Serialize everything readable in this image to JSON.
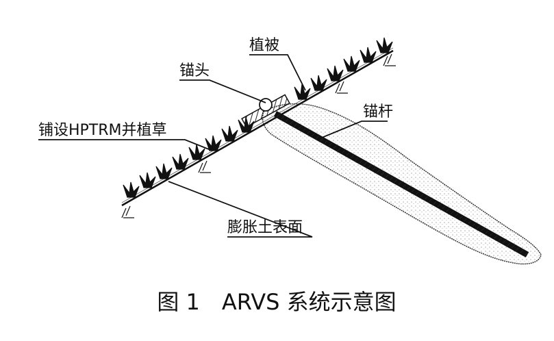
{
  "diagram": {
    "labels": {
      "anchor_head": "锚头",
      "vegetation": "植被",
      "anchor_rod": "锚杆",
      "hptrm": "铺设HPTRM并植草",
      "soil_surface": "膨胀土表面"
    },
    "caption": "图 1　ARVS 系统示意图"
  }
}
